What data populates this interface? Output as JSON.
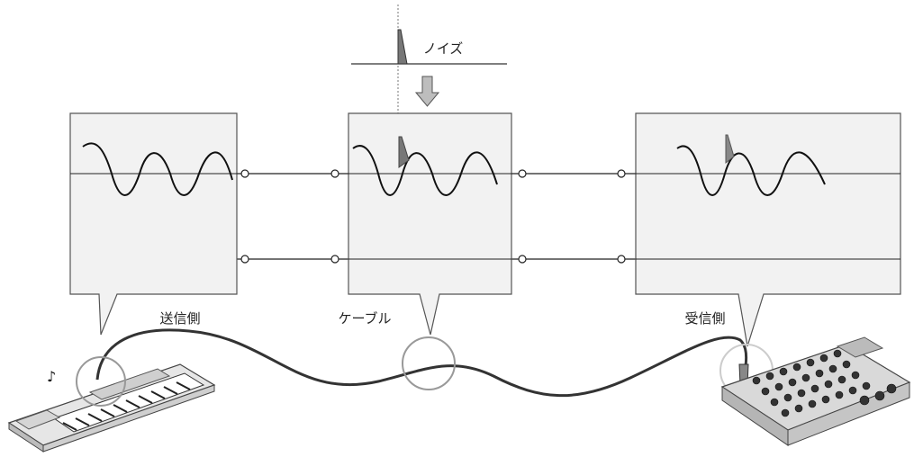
{
  "labels": {
    "noise": "ノイズ",
    "sender": "送信側",
    "cable": "ケーブル",
    "receiver": "受信側"
  },
  "colors": {
    "panel_fill": "#f2f2f2",
    "panel_stroke": "#555555",
    "wave": "#111111",
    "spike": "#777777",
    "arrow_fill": "#bdbdbd",
    "circle": "#999999",
    "cable": "#333333"
  },
  "icons": {
    "keyboard": "keyboard-synth-icon",
    "mixer": "audio-mixer-icon",
    "note": "music-note-icon"
  }
}
